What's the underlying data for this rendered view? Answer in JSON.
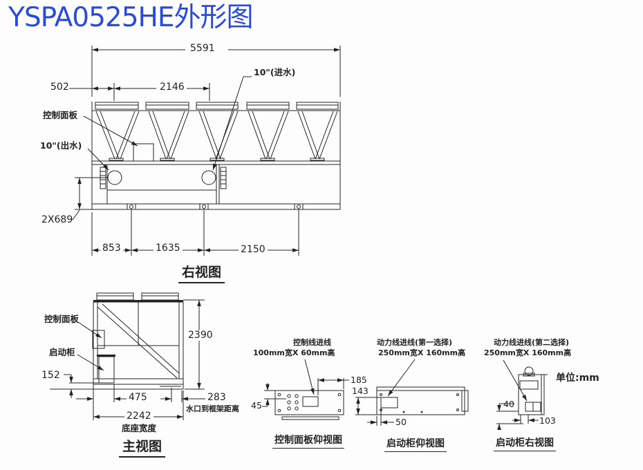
{
  "title": "YSPA0525HE外形图",
  "colors": {
    "title": "#2a4bd7",
    "line": "#222222"
  },
  "unit_note": "单位:mm",
  "right_view": {
    "caption": "右视图",
    "labels": {
      "control_panel": "控制面板",
      "inlet": "10\"(进水)",
      "outlet": "10\"(出水)"
    },
    "dims": {
      "overall": "5591",
      "left_offset": "502",
      "inlet_span": "2146",
      "water_height": "2X689",
      "foot1": "853",
      "foot2": "1635",
      "foot3": "2150"
    }
  },
  "front_view": {
    "caption": "主视图",
    "labels": {
      "control_panel": "控制面板",
      "starter": "启动柜",
      "base_note": "底座宽度",
      "water_note": "水口到框架距离"
    },
    "dims": {
      "height": "2390",
      "starter_gap": "152",
      "starter_width": "475",
      "water_to_frame": "283",
      "base_width": "2242"
    }
  },
  "panel_view": {
    "caption": "控制面板仰视图",
    "entry1": "控制线进线",
    "entry2": "100mm宽X 60mm高",
    "dims": {
      "cutout_right": "185",
      "hole_top": "45"
    }
  },
  "starter_bottom_view": {
    "caption": "启动柜仰视图",
    "entry1": "动力线进线(第一选择)",
    "entry2": "250mm宽X 160mm高",
    "dims": {
      "cutout_depth": "143",
      "cutout_offset": "50"
    }
  },
  "starter_right_view": {
    "caption": "启动柜右视图",
    "entry1": "动力线进线(第二选择)",
    "entry2": "250mm宽X 160mm高",
    "dims": {
      "bottom_gap": "40",
      "depth": "103"
    }
  }
}
